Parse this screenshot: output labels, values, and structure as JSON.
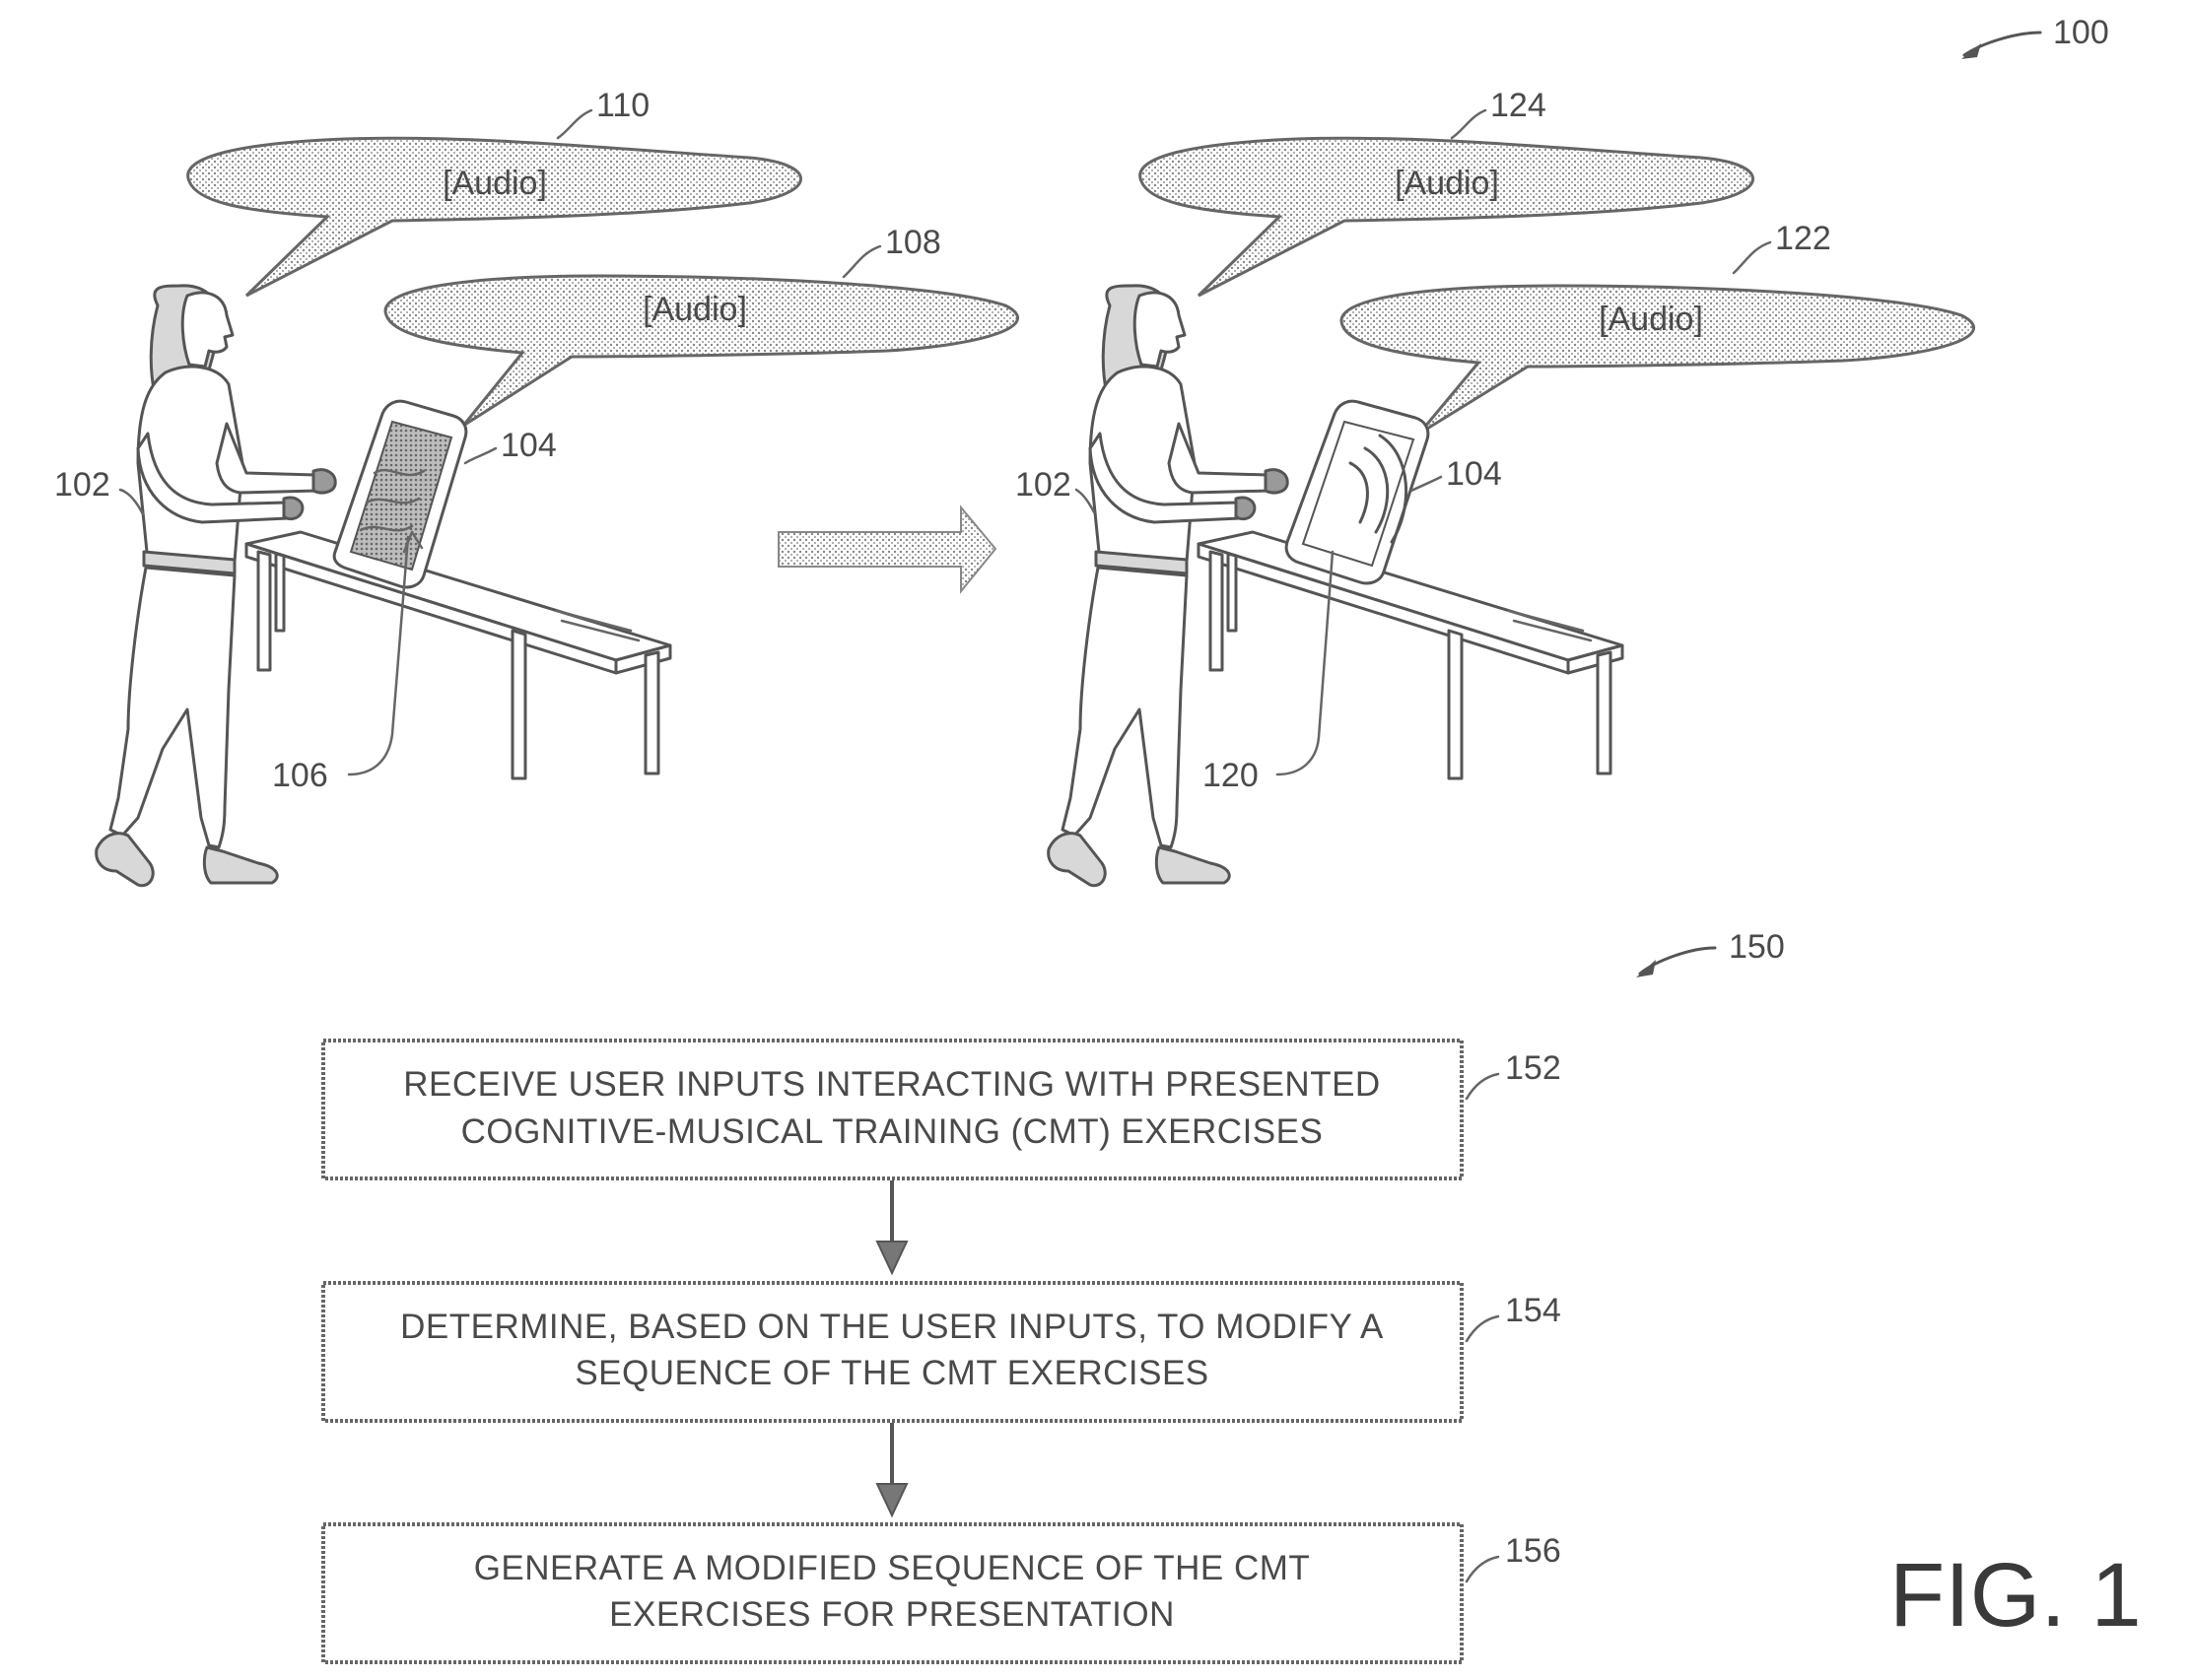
{
  "figure_ref": "100",
  "figure_label": "FIG. 1",
  "left_scene": {
    "user_ref": "102",
    "device_ref": "104",
    "screen_ref": "106",
    "bubble_upper": {
      "ref": "110",
      "text": "[Audio]"
    },
    "bubble_lower": {
      "ref": "108",
      "text": "[Audio]"
    }
  },
  "right_scene": {
    "user_ref": "102",
    "device_ref": "104",
    "screen_ref": "120",
    "bubble_upper": {
      "ref": "124",
      "text": "[Audio]"
    },
    "bubble_lower": {
      "ref": "122",
      "text": "[Audio]"
    }
  },
  "flowchart": {
    "ref": "150",
    "steps": [
      {
        "ref": "152",
        "line1": "RECEIVE USER INPUTS INTERACTING WITH PRESENTED",
        "line2": "COGNITIVE-MUSICAL TRAINING (CMT) EXERCISES"
      },
      {
        "ref": "154",
        "line1": "DETERMINE, BASED ON THE USER INPUTS, TO MODIFY A",
        "line2": "SEQUENCE OF THE CMT EXERCISES"
      },
      {
        "ref": "156",
        "line1": "GENERATE A MODIFIED SEQUENCE OF THE CMT",
        "line2": "EXERCISES FOR PRESENTATION"
      }
    ]
  }
}
